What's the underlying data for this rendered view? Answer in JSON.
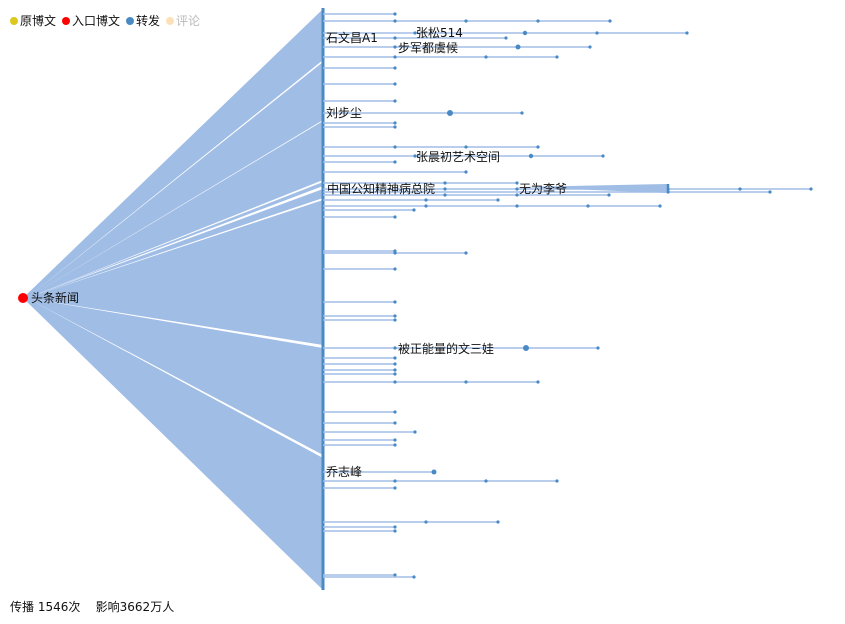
{
  "legend": [
    {
      "label": "原博文",
      "color": "#dcc81e",
      "active": true
    },
    {
      "label": "入口博文",
      "color": "#ff0000",
      "active": true
    },
    {
      "label": "转发",
      "color": "#4a8ac4",
      "active": true
    },
    {
      "label": "评论",
      "color": "#fde0b8",
      "active": false
    }
  ],
  "root": {
    "label": "头条新闻",
    "color": "#ff0000"
  },
  "nodes": [
    {
      "label": "石文昌A1"
    },
    {
      "label": "张松514"
    },
    {
      "label": "步军都虞候"
    },
    {
      "label": "刘步尘"
    },
    {
      "label": "张晨初艺术空间"
    },
    {
      "label": "中国公知精神病总院"
    },
    {
      "label": "无为李爷"
    },
    {
      "label": "被正能量的文三娃"
    },
    {
      "label": "乔志峰"
    }
  ],
  "footer": {
    "spread": "传播 1546次",
    "influence": "影响3662万人"
  },
  "colors": {
    "edge": "#a0bde6",
    "node": "#4a8ac4"
  }
}
